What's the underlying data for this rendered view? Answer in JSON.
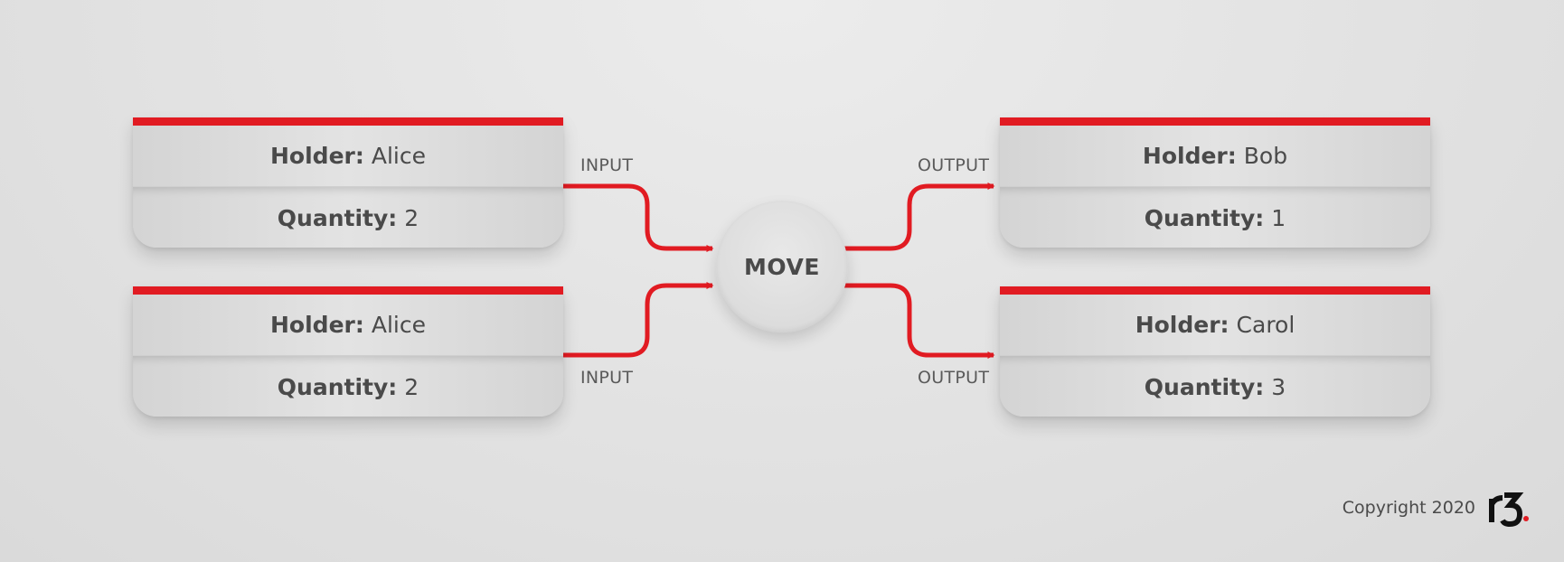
{
  "inputs": [
    {
      "holder_label": "Holder:",
      "holder": "Alice",
      "quantity_label": "Quantity:",
      "quantity": "2",
      "flow_label": "INPUT"
    },
    {
      "holder_label": "Holder:",
      "holder": "Alice",
      "quantity_label": "Quantity:",
      "quantity": "2",
      "flow_label": "INPUT"
    }
  ],
  "command": {
    "label": "MOVE"
  },
  "outputs": [
    {
      "holder_label": "Holder:",
      "holder": "Bob",
      "quantity_label": "Quantity:",
      "quantity": "1",
      "flow_label": "OUTPUT"
    },
    {
      "holder_label": "Holder:",
      "holder": "Carol",
      "quantity_label": "Quantity:",
      "quantity": "3",
      "flow_label": "OUTPUT"
    }
  ],
  "footer": {
    "copyright": "Copyright 2020",
    "logo_text": "r3"
  },
  "colors": {
    "accent": "#e11b22",
    "text": "#4a4a4a",
    "background": "#e4e4e4",
    "card": "#dcdcdc"
  }
}
